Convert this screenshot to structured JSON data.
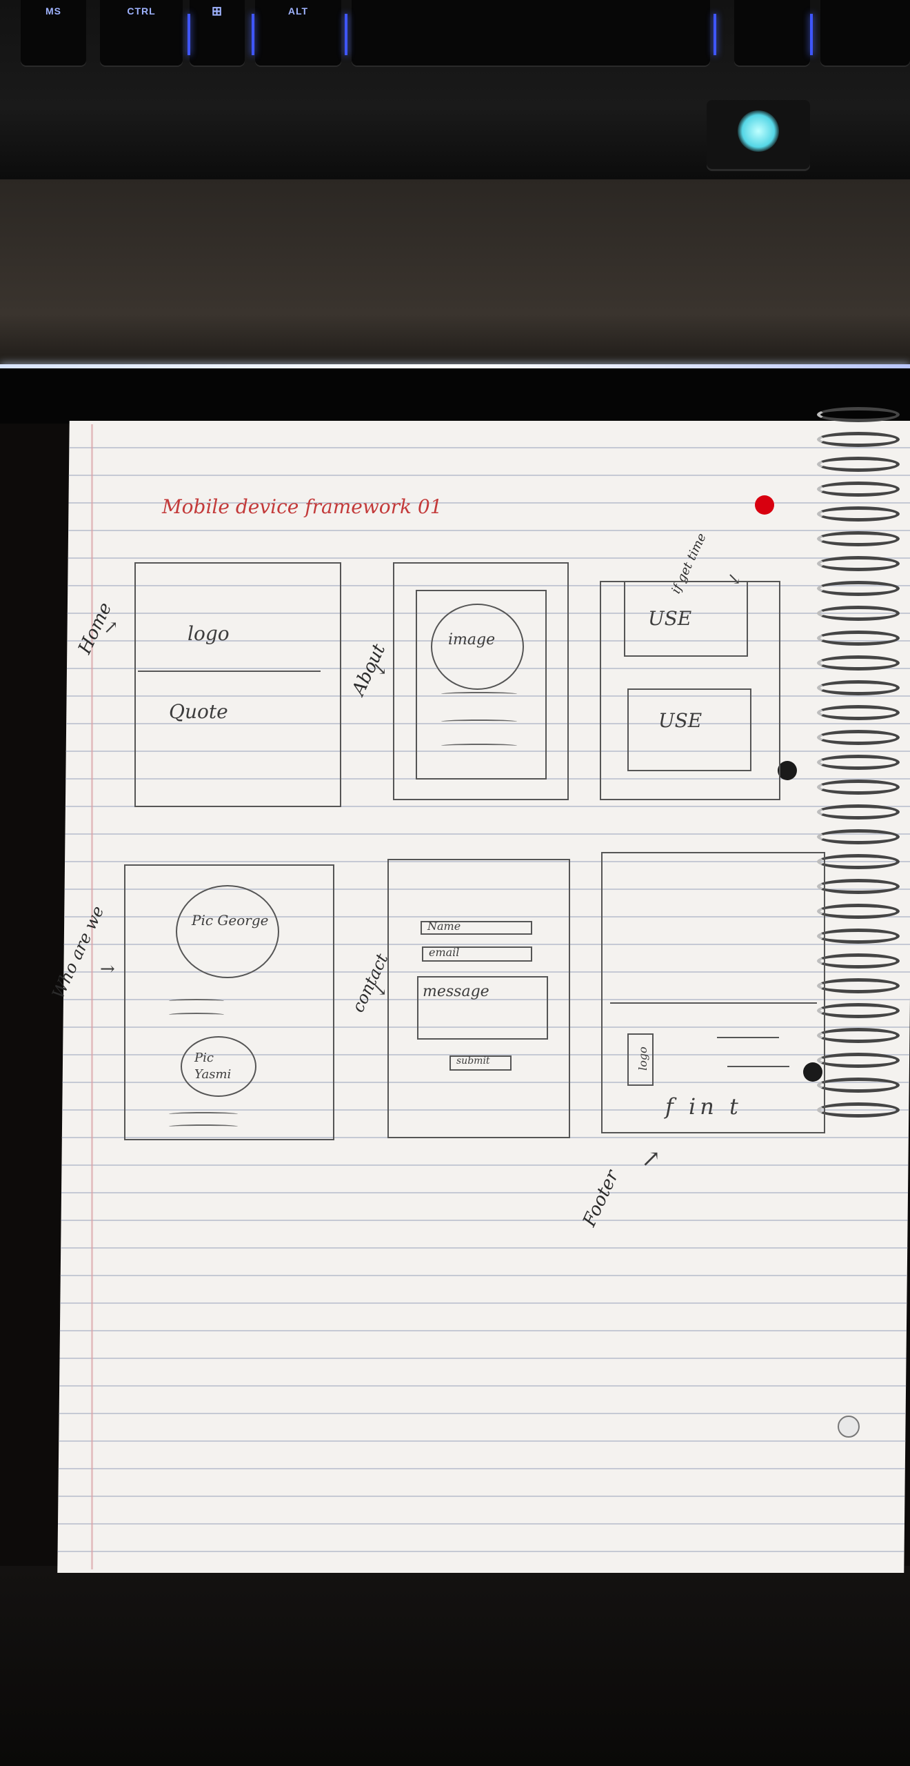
{
  "keyboard": {
    "keys": [
      "MS",
      "CTRL",
      "ALT"
    ]
  },
  "sketch": {
    "title": "Mobile device framework 01",
    "side_labels": {
      "home": "Home",
      "about": "About",
      "who": "Who are we",
      "contact": "contact",
      "footer": "Footer",
      "if_time": "if get time"
    },
    "frame1": {
      "logo": "logo",
      "quote": "Quote"
    },
    "frame2": {
      "image": "image"
    },
    "frame3": {
      "use1": "USE",
      "use2": "USE"
    },
    "frame4": {
      "pic1": "Pic George",
      "pic2": "Pic Yasmi"
    },
    "frame5": {
      "name": "Name",
      "email": "email",
      "message": "message",
      "submit": "submit"
    },
    "frame6": {
      "logo": "logo",
      "footer_text": "f in t"
    }
  }
}
